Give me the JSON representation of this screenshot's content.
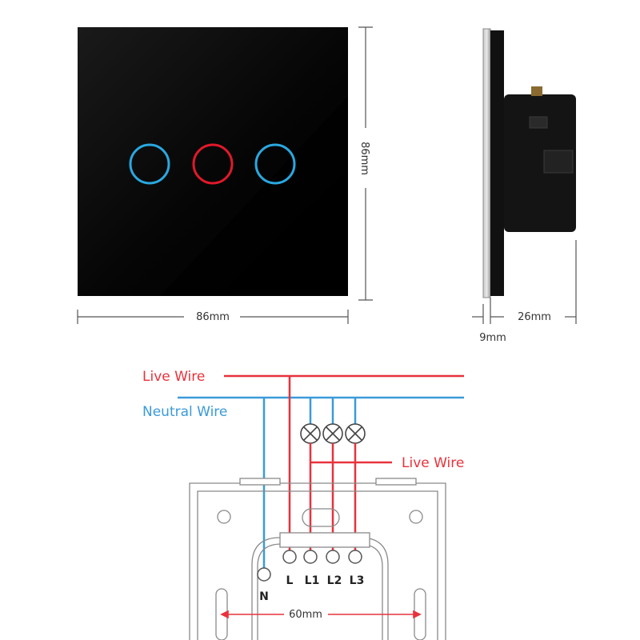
{
  "dimensions": {
    "front_height": "86mm",
    "front_width": "86mm",
    "side_depth": "26mm",
    "side_plate": "9mm",
    "mount_spacing": "60mm"
  },
  "wires": {
    "live_top": "Live Wire",
    "neutral": "Neutral Wire",
    "live_load": "Live Wire"
  },
  "terminals": [
    "N",
    "L",
    "L1",
    "L2",
    "L3"
  ],
  "colors": {
    "live": "#e8323c",
    "neutral": "#3a9ad9",
    "touch_blue": "#2aa8e0",
    "touch_red": "#e0192a",
    "glass": "#050505",
    "outline": "#8a8a8a"
  }
}
